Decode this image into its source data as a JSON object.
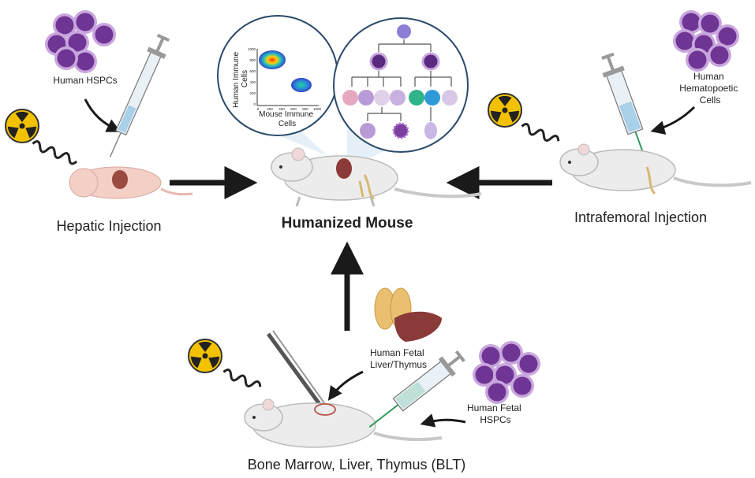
{
  "center": {
    "title": "Humanized Mouse"
  },
  "hepatic": {
    "title": "Hepatic Injection",
    "cells_label": "Human HSPCs"
  },
  "intrafemoral": {
    "title": "Intrafemoral Injection",
    "cells_label_lines": [
      "Human",
      "Hematopoetic",
      "Cells"
    ]
  },
  "blt": {
    "title": "Bone Marrow, Liver, Thymus (BLT)",
    "organ_label_lines": [
      "Human Fetal",
      "Liver/Thymus"
    ],
    "cells_label_lines": [
      "Human Fetal",
      "HSPCs"
    ]
  },
  "flow_plot": {
    "y_axis_lines": [
      "Human Immune",
      "Cells"
    ],
    "x_axis_lines": [
      "Mouse Immune",
      "Cells"
    ],
    "y_ticks": [
      "1000",
      "800",
      "600",
      "400",
      "200",
      "0"
    ],
    "x_ticks": [
      "0",
      "200",
      "400",
      "600",
      "800",
      "1000"
    ]
  },
  "colors": {
    "cell_purple": "#7b3fa0",
    "cell_ring": "#c9a6dd",
    "arrow": "#1a1a1a",
    "radiation": "#f2c200",
    "mouse_body": "#ececec",
    "pup": "#f3cfc6",
    "liver": "#8b3a3a"
  },
  "icons": [
    "radiation-icon",
    "syringe-icon",
    "forceps-icon",
    "wave-icon",
    "liver-icon",
    "thymus-icon"
  ]
}
